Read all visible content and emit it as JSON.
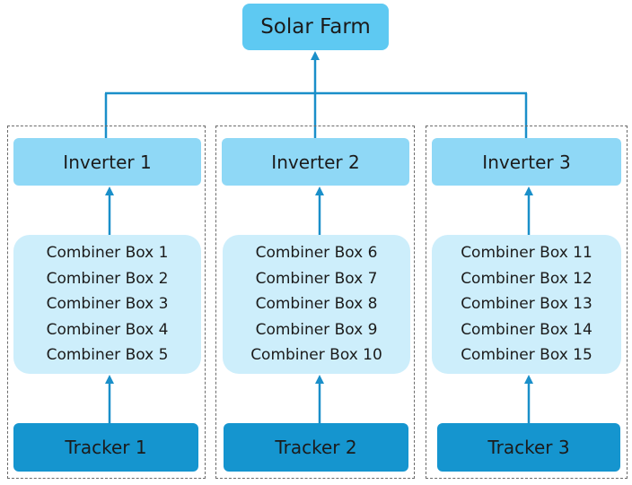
{
  "root": {
    "label": "Solar Farm"
  },
  "branches": [
    {
      "inverter": "Inverter 1",
      "combiners": [
        "Combiner Box 1",
        "Combiner Box 2",
        "Combiner Box 3",
        "Combiner Box 4",
        "Combiner Box 5"
      ],
      "tracker": "Tracker 1"
    },
    {
      "inverter": "Inverter 2",
      "combiners": [
        "Combiner Box 6",
        "Combiner Box 7",
        "Combiner Box 8",
        "Combiner Box 9",
        "Combiner Box 10"
      ],
      "tracker": "Tracker 2"
    },
    {
      "inverter": "Inverter 3",
      "combiners": [
        "Combiner Box 11",
        "Combiner Box 12",
        "Combiner Box 13",
        "Combiner Box 14",
        "Combiner Box 15"
      ],
      "tracker": "Tracker 3"
    }
  ],
  "colors": {
    "root_fill": "#5ec9f2",
    "inverter_fill": "#8fd8f6",
    "combiner_fill": "#cdeefb",
    "tracker_fill": "#1595cf",
    "connector": "#1a8fc9"
  }
}
